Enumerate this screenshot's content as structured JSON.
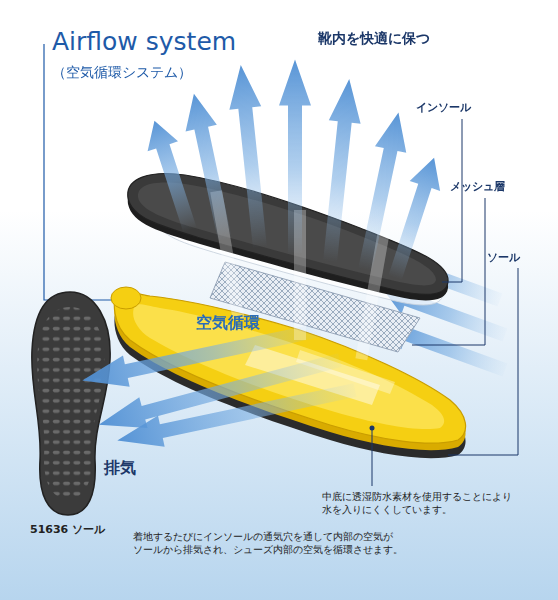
{
  "diagram": {
    "title": "Airflow system",
    "labels": [
      "（空気循環システム）",
      "靴内を快適に保つ",
      "インソール",
      "メッシュ層",
      "ソール",
      "空気循環",
      "排気",
      "51636 ソール",
      "中底に透湿防水素材を使用することにより 水を入りにくくしています。",
      "着地するたびにインソールの通気穴を通して内部の空気が ソールから排気され、シューズ内部の空気を循環させます。"
    ]
  }
}
